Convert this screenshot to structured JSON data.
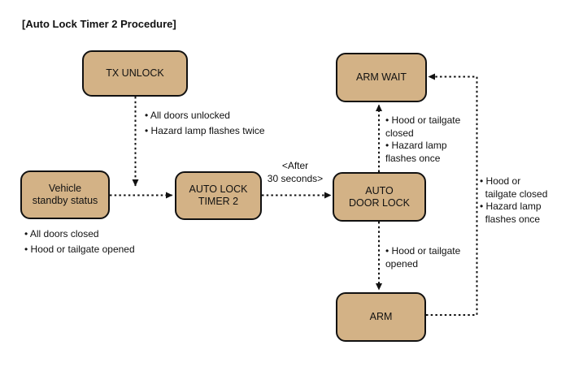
{
  "title": "[Auto Lock Timer 2 Procedure]",
  "colors": {
    "background": "#FFFFFF",
    "node_fill": "#D3B286",
    "node_border": "#111111",
    "line": "#111111",
    "text": "#111111"
  },
  "nodes": {
    "tx_unlock": {
      "label": "TX UNLOCK"
    },
    "arm_wait": {
      "label": "ARM WAIT"
    },
    "vehicle_standby": {
      "label": "Vehicle\nstandby status"
    },
    "auto_lock_timer": {
      "label": "AUTO LOCK\nTIMER 2"
    },
    "auto_door_lock": {
      "label": "AUTO\nDOOR LOCK"
    },
    "arm": {
      "label": "ARM"
    }
  },
  "annotations": {
    "tx_unlock_result": "• All doors unlocked\n• Hazard lamp flashes twice",
    "standby_conditions": "• All doors closed\n• Hood or tailgate opened",
    "timer_delay": "<After\n30 seconds>",
    "door_lock_to_arm_wait": "• Hood or tailgate\nclosed\n• Hazard lamp\nflashes once",
    "arm_to_arm_wait": "• Hood or\n  tailgate closed\n• Hazard lamp\n  flashes once",
    "door_lock_to_arm": "• Hood or tailgate\nopened"
  },
  "connections": [
    {
      "from": "tx_unlock",
      "to": "standby_flow_line",
      "style": "dotted",
      "note": "tx_unlock_result"
    },
    {
      "from": "vehicle_standby",
      "to": "auto_lock_timer",
      "style": "dotted"
    },
    {
      "from": "auto_lock_timer",
      "to": "auto_door_lock",
      "style": "dotted",
      "note": "timer_delay"
    },
    {
      "from": "auto_door_lock",
      "to": "arm_wait",
      "style": "dotted",
      "note": "door_lock_to_arm_wait"
    },
    {
      "from": "auto_door_lock",
      "to": "arm",
      "style": "dotted",
      "note": "door_lock_to_arm"
    },
    {
      "from": "arm",
      "to": "arm_wait",
      "style": "dotted",
      "note": "arm_to_arm_wait"
    }
  ]
}
